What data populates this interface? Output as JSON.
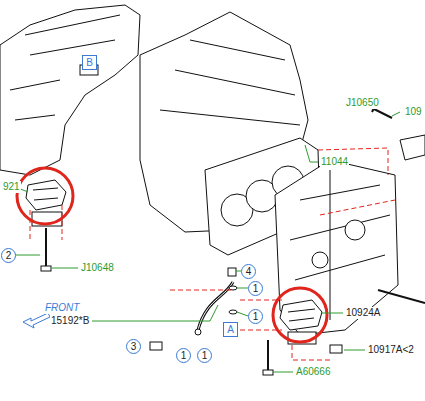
{
  "diagram": {
    "nodes": [
      {
        "text": [
          "B"
        ]
      },
      {
        "text": [
          "2"
        ]
      },
      {
        "text": [
          "4"
        ]
      },
      {
        "text": [
          "1"
        ]
      },
      {
        "text": [
          "A"
        ]
      },
      {
        "text": [
          "1"
        ]
      },
      {
        "text": [
          "3"
        ]
      },
      {
        "text": [
          "1"
        ]
      },
      {
        "text": [
          "1"
        ]
      }
    ],
    "labels": [
      "J10650",
      "109",
      "11044",
      "921",
      "J10648",
      "FRONT",
      "15192*B",
      "10924A",
      "10917A<2",
      "A60666"
    ]
  }
}
